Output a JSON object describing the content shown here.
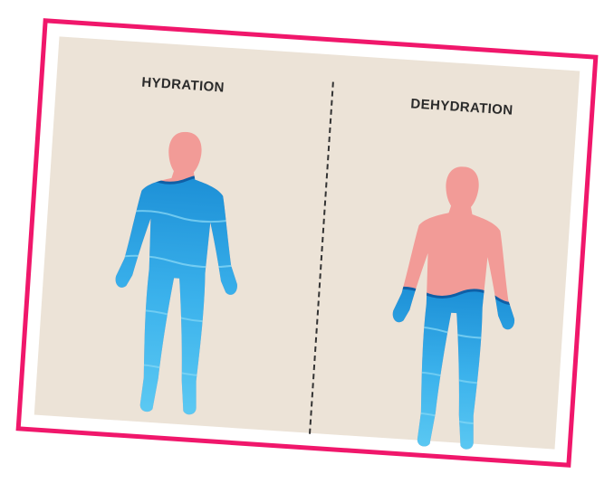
{
  "labels": {
    "hydration": "HYDRATION",
    "dehydration": "DEHYDRATION"
  },
  "colors": {
    "frame": "#f0176b",
    "background": "#ece3d7",
    "skin": "#f29b97",
    "water_dark": "#1c8fd6",
    "water_light": "#4ec3f1",
    "text": "#2b2b2b"
  },
  "figures": [
    {
      "label_ref": "labels.hydration",
      "water_level_fraction": 0.85
    },
    {
      "label_ref": "labels.dehydration",
      "water_level_fraction": 0.55
    }
  ]
}
